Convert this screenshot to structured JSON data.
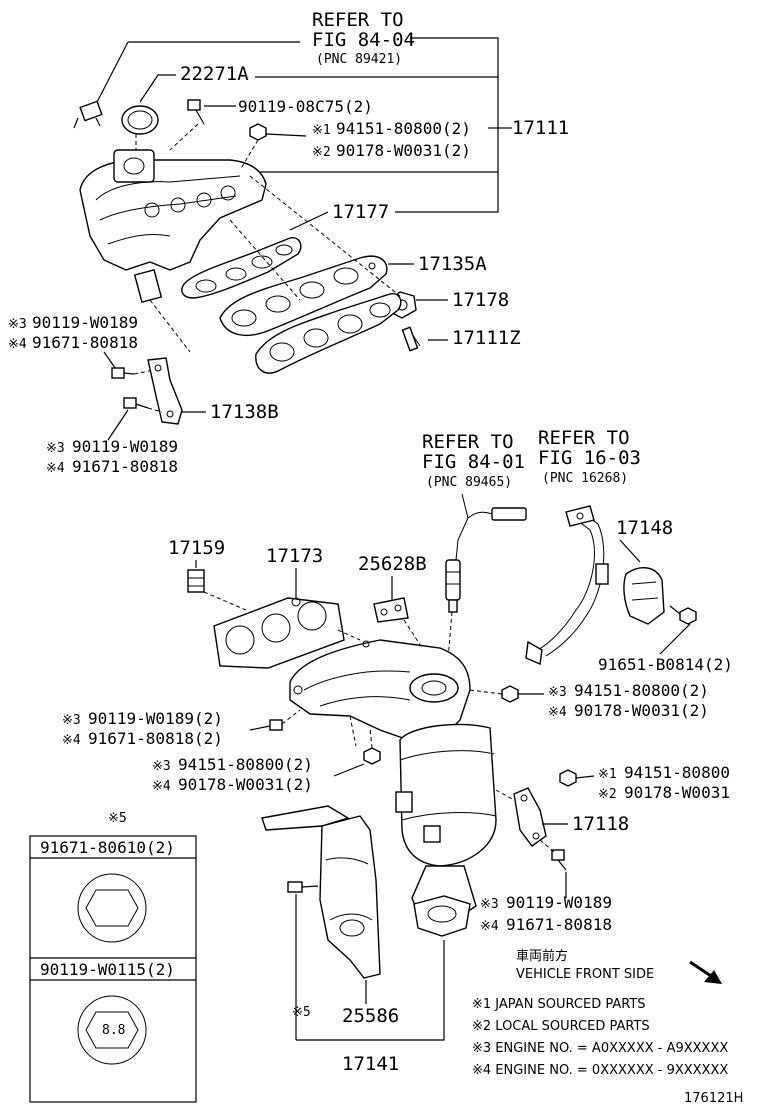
{
  "top_refer": {
    "l1": "REFER TO",
    "l2": "FIG 84-04",
    "l3": "(PNC 89421)"
  },
  "left_refer": {
    "l1": "REFER TO",
    "l2": "FIG 84-01",
    "l3": "(PNC 89465)"
  },
  "right_refer": {
    "l1": "REFER TO",
    "l2": "FIG 16-03",
    "l3": "(PNC 16268)"
  },
  "labels": {
    "p22271A": "22271A",
    "p90119_08C75": "90119-08C75(2)",
    "p94151_top": "94151-80800(2)",
    "p90178_top": "90178-W0031(2)",
    "p17111": "17111",
    "p17177": "17177",
    "p17135A": "17135A",
    "p17178": "17178",
    "p17111Z": "17111Z",
    "pL1a": "90119-W0189",
    "pL1b": "91671-80818",
    "p17138B": "17138B",
    "pL2a": "90119-W0189",
    "pL2b": "91671-80818",
    "p17159": "17159",
    "p17173": "17173",
    "p25628B": "25628B",
    "p17148": "17148",
    "p91651": "91651-B0814(2)",
    "pR1a": "94151-80800(2)",
    "pR1b": "90178-W0031(2)",
    "pM1a": "90119-W0189(2)",
    "pM1b": "91671-80818(2)",
    "pM2a": "94151-80800(2)",
    "pM2b": "90178-W0031(2)",
    "pR2a": "94151-80800",
    "pR2b": "90178-W0031",
    "p17118": "17118",
    "pR3a": "90119-W0189",
    "pR3b": "91671-80818",
    "p25586": "25586",
    "p17141": "17141",
    "pBottomMark": "※5",
    "fig_id": "176121H"
  },
  "marks": {
    "m1": "※1",
    "m2": "※2",
    "m3": "※3",
    "m4": "※4",
    "m5": "※5"
  },
  "inset": {
    "mark": "※5",
    "row1": "91671-80610(2)",
    "row2": "90119-W0115(2)",
    "bolt_mark": "8.8"
  },
  "vehicle_front": {
    "jp": "車両前方",
    "en": "VEHICLE FRONT SIDE"
  },
  "notes": [
    "※1 JAPAN SOURCED PARTS",
    "※2 LOCAL SOURCED PARTS",
    "※3 ENGINE NO. = A0XXXXX - A9XXXXX",
    "※4 ENGINE NO. = 0XXXXXX - 9XXXXXX"
  ]
}
